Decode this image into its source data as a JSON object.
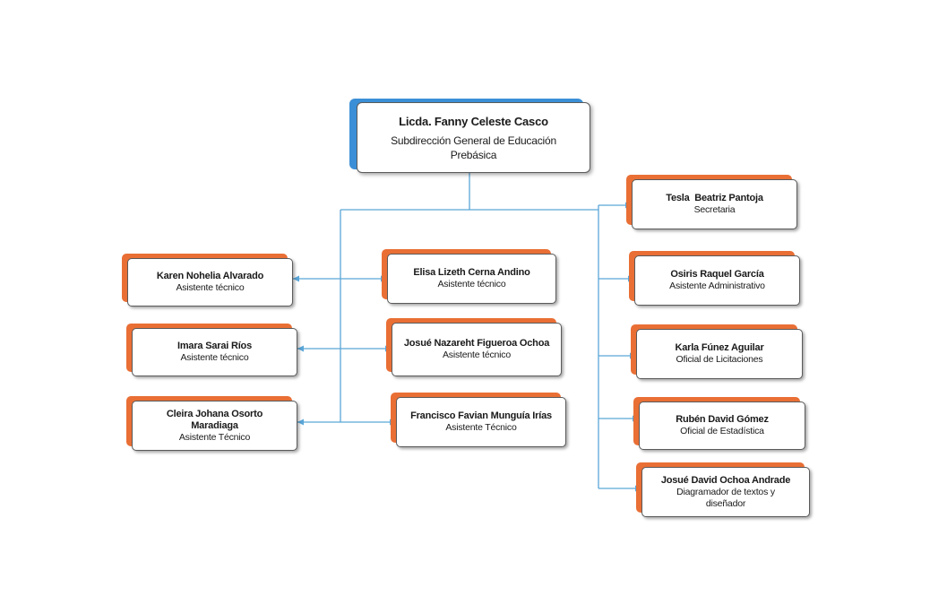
{
  "colors": {
    "connector": "#5aa6d8",
    "accent_orange": "#e96f35",
    "accent_blue": "#3b8fd6"
  },
  "root": {
    "name": "Licda. Fanny Celeste Casco",
    "role": "Subdirección General de Educación Prebásica"
  },
  "left_col": [
    {
      "name": "Karen Nohelia Alvarado",
      "role": "Asistente técnico"
    },
    {
      "name": "Imara Sarai Ríos",
      "role": "Asistente técnico"
    },
    {
      "name": "Cleira Johana Osorto Maradiaga",
      "role": "Asistente Técnico"
    }
  ],
  "center_col": [
    {
      "name": "Elisa Lizeth Cerna Andino",
      "role": "Asistente técnico"
    },
    {
      "name": "Josué Nazareht Figueroa Ochoa",
      "role": "Asistente técnico"
    },
    {
      "name": "Francisco Favian Munguía Irías",
      "role": "Asistente Técnico"
    }
  ],
  "right_col": [
    {
      "name": "Tesla  Beatriz Pantoja",
      "role": "Secretaria"
    },
    {
      "name": "Osiris Raquel García",
      "role": "Asistente Administrativo"
    },
    {
      "name": "Karla Fúnez Aguilar",
      "role": "Oficial de Licitaciones"
    },
    {
      "name": "Rubén David Gómez",
      "role": "Oficial de Estadística"
    },
    {
      "name": "Josué David Ochoa Andrade",
      "role": "Diagramador de textos y diseñador"
    }
  ]
}
